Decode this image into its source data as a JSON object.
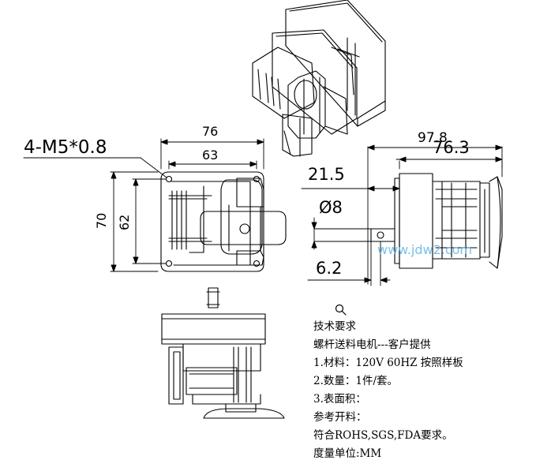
{
  "dimensions": {
    "thread": "4-M5*0.8",
    "width_outer": "76",
    "width_inner": "63",
    "height_outer": "70",
    "height_inner": "62",
    "length_total": "97.8",
    "length_body": "76.3",
    "shaft_offset": "21.5",
    "shaft_diameter": "Ø8",
    "shaft_length": "6.2"
  },
  "watermark": "www.jdw2.com",
  "notes": {
    "title": "技术要求",
    "line1": "螺杆送料电机---客户提供",
    "line2": "1.材料：120V 60HZ 按照样板",
    "line3": "2.数量：1件/套。",
    "line4": "3.表面积：",
    "line5": "参考开料：",
    "line6": "符合ROHS,SGS,FDA要求。",
    "line7": "度量单位:MM"
  }
}
